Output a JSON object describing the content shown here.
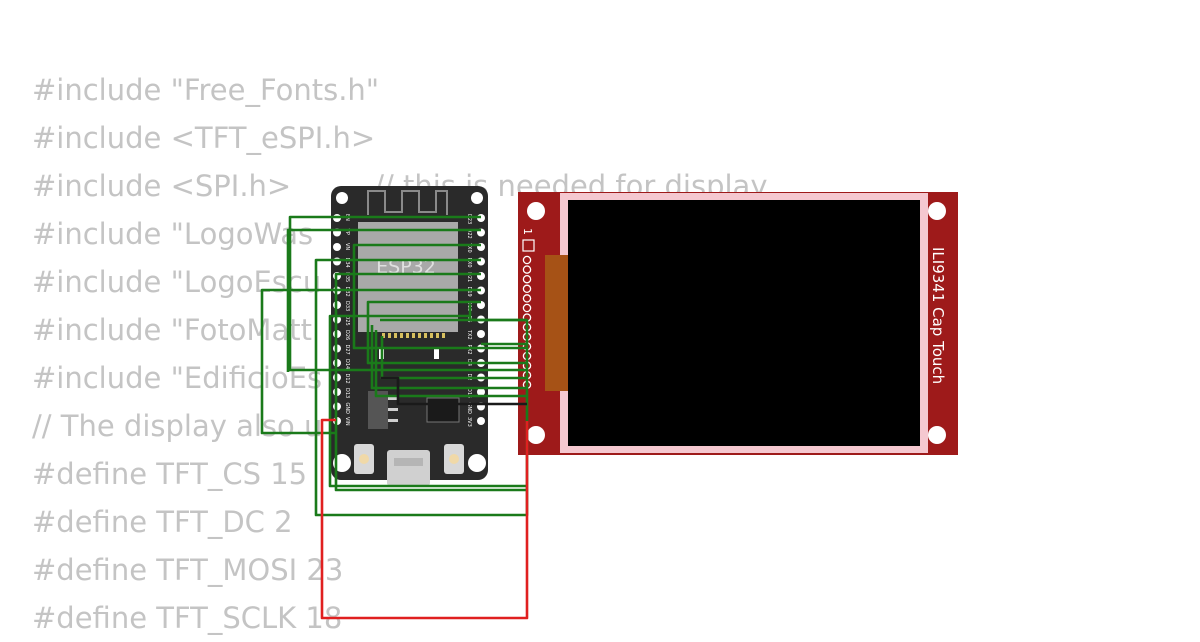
{
  "code_lines": [
    "#include \"Free_Fonts.h\"",
    "#include <TFT_eSPI.h>",
    "#include <SPI.h>         // this is needed for display",
    "#include \"LogoWas",
    "#include \"LogoEscu",
    "#include \"FotoMatt",
    "#include \"EdificioEs",
    "// The display also u             ard",
    "#define TFT_CS 15",
    "#define TFT_DC 2",
    "#define TFT_MOSI 23",
    "#define TFT_SCLK 18"
  ],
  "esp32": {
    "label": "ESP32",
    "left_pins": [
      "EN",
      "VP",
      "VN",
      "D34",
      "D35",
      "D32",
      "D33",
      "D25",
      "D26",
      "D27",
      "D14",
      "D12",
      "D13",
      "GND",
      "VIN"
    ],
    "right_pins": [
      "D23",
      "D22",
      "TX0",
      "RX0",
      "D21",
      "D19",
      "D18",
      "D5",
      "TX2",
      "RX2",
      "D4",
      "D2",
      "D15",
      "GND",
      "3V3"
    ]
  },
  "display": {
    "label": "ILI9341 Cap Touch",
    "pin_one_marker": "1"
  },
  "colors": {
    "wire_data": "#1a7a1a",
    "wire_power": "#e02020",
    "board": "#2a2a2a",
    "display_pcb": "#9e1a1a",
    "screen": "#000000"
  }
}
